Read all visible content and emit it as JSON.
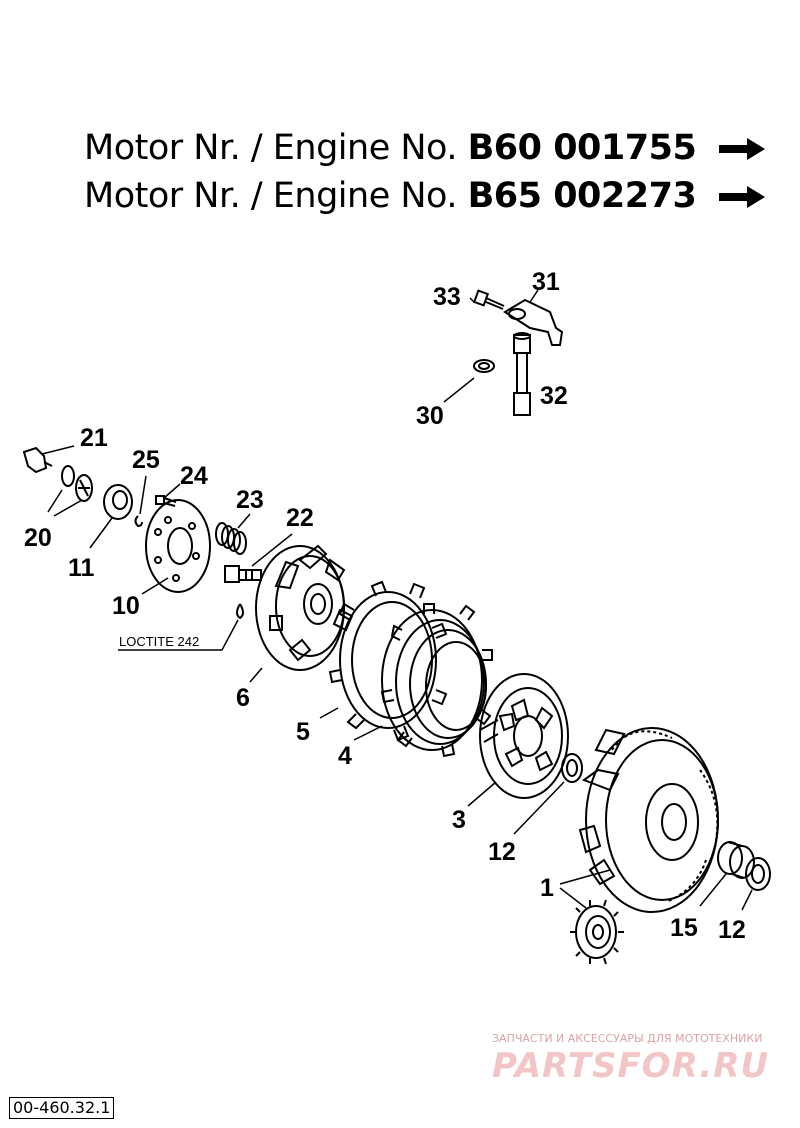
{
  "header": {
    "line1_label": "Motor Nr. / Engine No.",
    "line1_number": "B60 001755",
    "line2_label": "Motor Nr. / Engine No.",
    "line2_number": "B65 002273",
    "arrow_icon": "right-arrow-icon"
  },
  "callouts": {
    "c33": "33",
    "c31": "31",
    "c32": "32",
    "c30": "30",
    "c21": "21",
    "c25": "25",
    "c24": "24",
    "c20": "20",
    "c23": "23",
    "c22": "22",
    "c11": "11",
    "c10": "10",
    "c6": "6",
    "c5": "5",
    "c4": "4",
    "c3": "3",
    "c12a": "12",
    "c1": "1",
    "c15": "15",
    "c12b": "12"
  },
  "loctite_label": "LOCTITE 242",
  "watermark": {
    "tagline": "ЗАПЧАСТИ И АКСЕССУАРЫ ДЛЯ МОТОТЕХНИКИ",
    "logo": "PARTSFOR.RU"
  },
  "drawing_number": "00-460.32.1"
}
